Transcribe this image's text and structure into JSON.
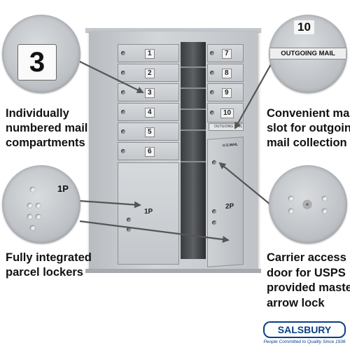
{
  "captions": {
    "top_left": [
      "Individually",
      "numbered mail",
      "compartments"
    ],
    "bottom_left": [
      "Fully integrated",
      "parcel lockers"
    ],
    "top_right": [
      "Convenient mail",
      "slot for outgoing",
      "mail collection"
    ],
    "bottom_right": [
      "Carrier access",
      "door for USPS",
      "provided master",
      "arrow lock"
    ]
  },
  "insets": {
    "top_left_number": "3",
    "bottom_left_label": "1P",
    "top_right_number": "10",
    "top_right_label": "OUTGOING MAIL"
  },
  "unit": {
    "left_doors": [
      "1",
      "2",
      "3",
      "4",
      "5",
      "6"
    ],
    "right_doors": [
      "7",
      "8",
      "9",
      "10"
    ],
    "parcel_left": "1P",
    "parcel_right": "2P",
    "slot_label": "OUTGOING MAIL",
    "usps_label": "U.S.MAIL"
  },
  "logo": {
    "name": "SALSBURY",
    "tagline": "People Committed to Quality Since 1936"
  },
  "colors": {
    "logo_blue": "#0a3f87",
    "aluminum": "#c3c7cb",
    "text": "#111111"
  }
}
